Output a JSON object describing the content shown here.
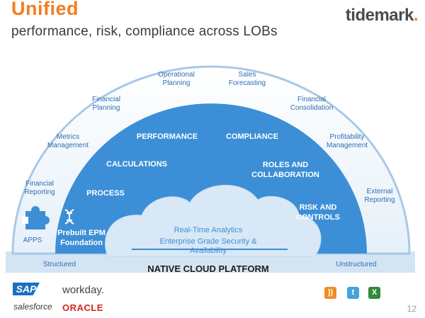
{
  "slide": {
    "title": "Unified",
    "subtitle": "performance, risk, compliance across LOBs",
    "logo": "tidemark",
    "logo_dot": ".",
    "page_number": "12"
  },
  "colors": {
    "title_orange": "#f47d20",
    "inner_blue": "#3c8fd6",
    "outer_ring": "#eef5fb",
    "ring_border": "#a9c8e6",
    "base_band": "#d3e4f3",
    "cloud": "#d8e8f6"
  },
  "diagram": {
    "outer_ring_items": [
      {
        "id": "financial-reporting",
        "lines": [
          "Financial",
          "Reporting"
        ]
      },
      {
        "id": "metrics-management",
        "lines": [
          "Metrics",
          "Management"
        ]
      },
      {
        "id": "financial-planning",
        "lines": [
          "Financial",
          "Planning"
        ]
      },
      {
        "id": "operational-planning",
        "lines": [
          "Operational",
          "Planning"
        ]
      },
      {
        "id": "sales-forecasting",
        "lines": [
          "Sales",
          "Forecasting"
        ]
      },
      {
        "id": "financial-consolidation",
        "lines": [
          "Financial",
          "Consolidation"
        ]
      },
      {
        "id": "profitability-management",
        "lines": [
          "Profitability",
          "Management"
        ]
      },
      {
        "id": "external-reporting",
        "lines": [
          "External",
          "Reporting"
        ]
      }
    ],
    "apps_label": "APPS",
    "inner_items": [
      {
        "id": "performance",
        "lines": [
          "PERFORMANCE"
        ]
      },
      {
        "id": "compliance",
        "lines": [
          "COMPLIANCE"
        ]
      },
      {
        "id": "calculations",
        "lines": [
          "CALCULATIONS"
        ]
      },
      {
        "id": "roles-and-collaboration",
        "lines": [
          "ROLES AND",
          "COLLABORATION"
        ]
      },
      {
        "id": "process",
        "lines": [
          "PROCESS"
        ]
      },
      {
        "id": "risk-and-controls",
        "lines": [
          "RISK AND",
          "CONTROLS"
        ]
      },
      {
        "id": "prebuilt-epm-foundation",
        "lines": [
          "Prebuilt EPM",
          "Foundation"
        ]
      }
    ],
    "cloud_lines": [
      "Real-Time Analytics",
      "Enterprise Grade Security &",
      "Availability"
    ],
    "platform_label": "NATIVE CLOUD PLATFORM",
    "structured_label": "Structured",
    "unstructured_label": "Unstructured"
  },
  "sources": {
    "structured": [
      {
        "id": "sap",
        "label": "SAP"
      },
      {
        "id": "workday",
        "label": "workday."
      },
      {
        "id": "salesforce",
        "label": "salesforce"
      },
      {
        "id": "oracle",
        "label": "ORACLE"
      }
    ],
    "unstructured_icons": [
      {
        "id": "rss",
        "icon": "rss-icon",
        "glyph": "))"
      },
      {
        "id": "twitter",
        "icon": "twitter-icon",
        "glyph": "t"
      },
      {
        "id": "excel",
        "icon": "excel-icon",
        "glyph": "X"
      }
    ]
  }
}
